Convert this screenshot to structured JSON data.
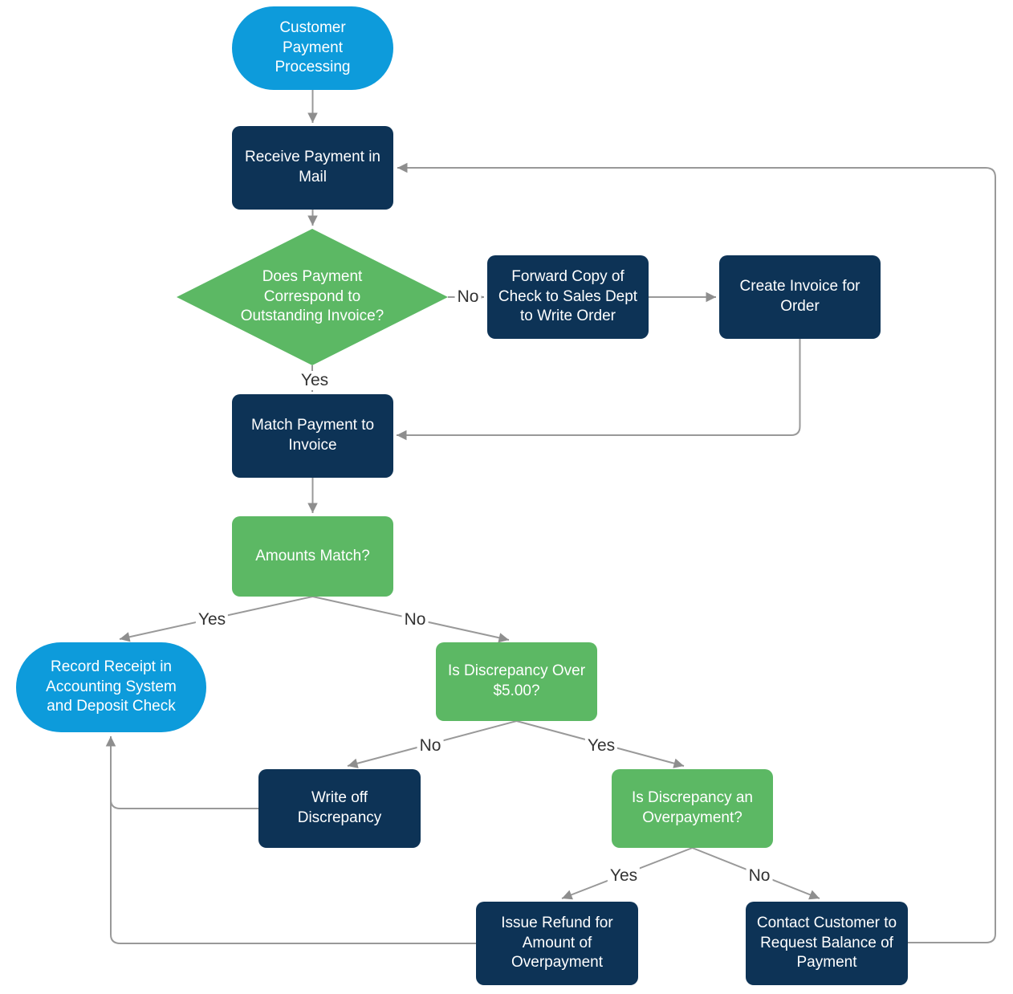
{
  "nodes": {
    "start": {
      "label": "Customer Payment Processing",
      "shape": "terminal"
    },
    "receive": {
      "label": "Receive Payment in Mail",
      "shape": "process"
    },
    "decision1": {
      "label": "Does Payment Correspond to Outstanding Invoice?",
      "shape": "decision-diamond"
    },
    "forward": {
      "label": "Forward Copy of Check to Sales Dept to Write Order",
      "shape": "process"
    },
    "create_invoice": {
      "label": "Create Invoice for Order",
      "shape": "process"
    },
    "match": {
      "label": "Match Payment to Invoice",
      "shape": "process"
    },
    "amounts_match": {
      "label": "Amounts Match?",
      "shape": "decision-rect"
    },
    "record": {
      "label": "Record Receipt in Accounting System and Deposit Check",
      "shape": "terminal"
    },
    "disc_over": {
      "label": "Is Discrepancy Over $5.00?",
      "shape": "decision-rect"
    },
    "write_off": {
      "label": "Write off Discrepancy",
      "shape": "process"
    },
    "overpayment": {
      "label": "Is Discrepancy an Overpayment?",
      "shape": "decision-rect"
    },
    "refund": {
      "label": "Issue Refund for Amount of Overpayment",
      "shape": "process"
    },
    "contact": {
      "label": "Contact Customer to Request Balance of Payment",
      "shape": "process"
    }
  },
  "edge_labels": {
    "decision1_no": "No",
    "decision1_yes": "Yes",
    "amounts_yes": "Yes",
    "amounts_no": "No",
    "disc_no": "No",
    "disc_yes": "Yes",
    "overpay_yes": "Yes",
    "overpay_no": "No"
  },
  "edges": [
    {
      "from": "start",
      "to": "receive",
      "label": ""
    },
    {
      "from": "receive",
      "to": "decision1",
      "label": ""
    },
    {
      "from": "decision1",
      "to": "forward",
      "label": "No"
    },
    {
      "from": "decision1",
      "to": "match",
      "label": "Yes"
    },
    {
      "from": "forward",
      "to": "create_invoice",
      "label": ""
    },
    {
      "from": "create_invoice",
      "to": "match",
      "label": ""
    },
    {
      "from": "match",
      "to": "amounts_match",
      "label": ""
    },
    {
      "from": "amounts_match",
      "to": "record",
      "label": "Yes"
    },
    {
      "from": "amounts_match",
      "to": "disc_over",
      "label": "No"
    },
    {
      "from": "disc_over",
      "to": "write_off",
      "label": "No"
    },
    {
      "from": "disc_over",
      "to": "overpayment",
      "label": "Yes"
    },
    {
      "from": "overpayment",
      "to": "refund",
      "label": "Yes"
    },
    {
      "from": "overpayment",
      "to": "contact",
      "label": "No"
    },
    {
      "from": "write_off",
      "to": "record",
      "label": ""
    },
    {
      "from": "refund",
      "to": "record",
      "label": ""
    },
    {
      "from": "contact",
      "to": "receive",
      "label": ""
    }
  ],
  "colors": {
    "process_fill": "#0d3356",
    "decision_fill": "#5cb864",
    "terminal_fill": "#0d9bdb",
    "edge_stroke": "#999999",
    "arrowhead_fill": "#8e8e8e",
    "edge_label_color": "#333333",
    "node_text_color": "#ffffff"
  }
}
